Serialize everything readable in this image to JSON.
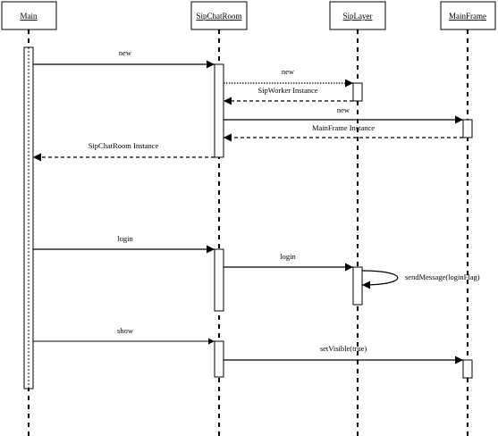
{
  "participants": [
    {
      "id": "main",
      "name": "Main"
    },
    {
      "id": "room",
      "name": "SipChatRoom"
    },
    {
      "id": "layer",
      "name": "SipLayer"
    },
    {
      "id": "frame",
      "name": "MainFrame"
    }
  ],
  "messages": [
    {
      "id": "m1",
      "from": "main",
      "to": "room",
      "label": "new",
      "kind": "call"
    },
    {
      "id": "m2",
      "from": "room",
      "to": "layer",
      "label": "new",
      "kind": "call"
    },
    {
      "id": "m3",
      "from": "layer",
      "to": "room",
      "label": "SipWorker Instance",
      "kind": "return"
    },
    {
      "id": "m4",
      "from": "room",
      "to": "frame",
      "label": "new",
      "kind": "call"
    },
    {
      "id": "m5",
      "from": "frame",
      "to": "room",
      "label": "MainFrame Instance",
      "kind": "return"
    },
    {
      "id": "m6",
      "from": "room",
      "to": "main",
      "label": "SipChatRoom Instance",
      "kind": "return"
    },
    {
      "id": "m7",
      "from": "main",
      "to": "room",
      "label": "login",
      "kind": "call"
    },
    {
      "id": "m8",
      "from": "room",
      "to": "layer",
      "label": "login",
      "kind": "call"
    },
    {
      "id": "m9",
      "from": "layer",
      "to": "layer",
      "label": "sendMessage(loginFlag)",
      "kind": "self"
    },
    {
      "id": "m10",
      "from": "main",
      "to": "room",
      "label": "show",
      "kind": "call"
    },
    {
      "id": "m11",
      "from": "room",
      "to": "frame",
      "label": "setVisible(true)",
      "kind": "call"
    }
  ]
}
